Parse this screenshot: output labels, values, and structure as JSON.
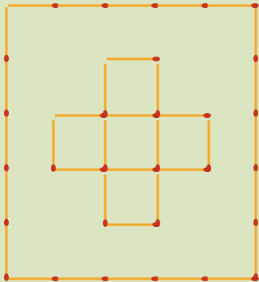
{
  "puzzle": {
    "background": "#dbe5c1",
    "match_stick_color": "#f5a623",
    "match_head_color": "#d42f1b",
    "match_head_shade": "#9c1f12",
    "outer_frame": {
      "matches_per_side": 5
    },
    "inner_cross": {
      "squares": 5,
      "matches": 16
    }
  }
}
